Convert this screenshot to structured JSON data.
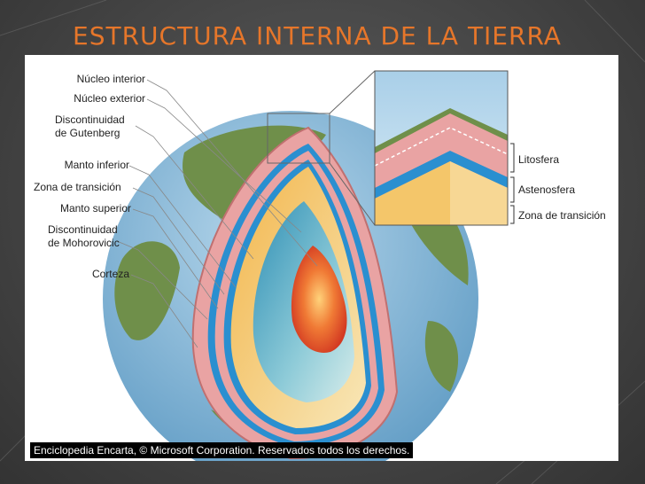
{
  "slide": {
    "title": "ESTRUCTURA INTERNA DE LA TIERRA",
    "title_color": "#e6762a",
    "caption": "Enciclopedia Encarta, © Microsoft Corporation. Reservados todos los derechos."
  },
  "diagram": {
    "left_labels": {
      "nucleo_interior": "Núcleo interior",
      "nucleo_exterior": "Núcleo exterior",
      "gutenberg_line1": "Discontinuidad",
      "gutenberg_line2": "de Gutenberg",
      "manto_inferior": "Manto inferior",
      "zona_transicion": "Zona de transición",
      "manto_superior": "Manto superior",
      "mohorovicic_line1": "Discontinuidad",
      "mohorovicic_line2": "de Mohorovicic",
      "corteza": "Corteza"
    },
    "inset_labels": {
      "litosfera": "Litosfera",
      "astenosfera": "Astenosfera",
      "zona_transicion": "Zona de transición"
    },
    "colors": {
      "ocean": "#7fb3d4",
      "land": "#6f8f4a",
      "crust": "#e9a3a3",
      "mantle_blue": "#2a8fd0",
      "lower_mantle": "#f4c66a",
      "outer_core": "#4aa7c6",
      "inner_core": "#e7552a"
    }
  }
}
